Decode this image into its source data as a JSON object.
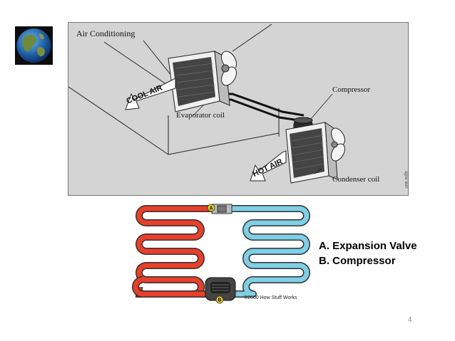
{
  "diagram": {
    "title": "Air Conditioning",
    "labels": {
      "cool_air": "COOL AIR",
      "hot_air": "HOT AIR",
      "evaporator": "Evaporator coil",
      "compressor": "Compressor",
      "condenser": "Condenser coil"
    },
    "side_credit": "ajjiu uuv",
    "markers": {
      "a": "A",
      "b": "B"
    },
    "credit": "©2000 How Stuff Works"
  },
  "legend": {
    "a": "A. Expansion Valve",
    "b": "B. Compressor"
  },
  "page_number": "4",
  "colors": {
    "hot": "#e8402a",
    "cold": "#7fcfe6",
    "marker": "#e8d020"
  }
}
